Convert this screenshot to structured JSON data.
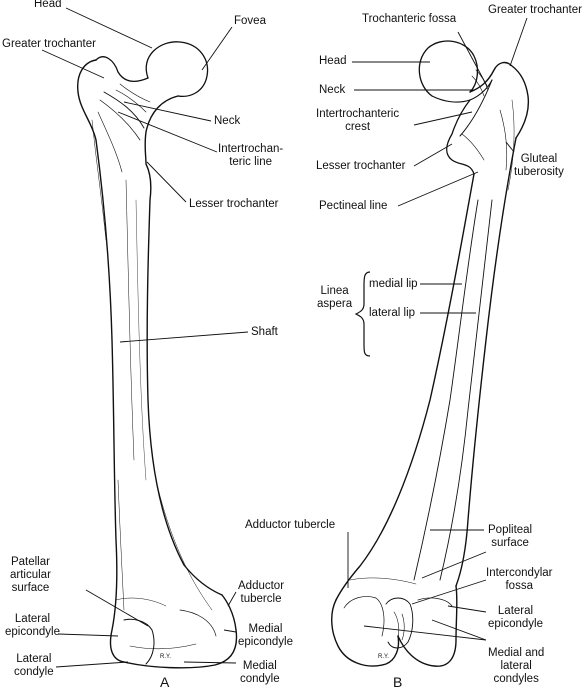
{
  "figure": {
    "panels": [
      {
        "id": "A",
        "label": "A"
      },
      {
        "id": "B",
        "label": "B"
      }
    ],
    "artist_initials": "R.Y.",
    "colors": {
      "ink": "#111111",
      "background": "#ffffff"
    }
  },
  "labels_a": {
    "head": "Head",
    "fovea": "Fovea",
    "greater_trochanter": "Greater trochanter",
    "neck": "Neck",
    "intertrochanteric_line": [
      "Intertrochan-",
      "teric line"
    ],
    "lesser_trochanter": "Lesser trochanter",
    "shaft": "Shaft",
    "patellar_articular_surface": [
      "Patellar",
      "articular",
      "surface"
    ],
    "lateral_epicondyle": [
      "Lateral",
      "epicondyle"
    ],
    "lateral_condyle": [
      "Lateral",
      "condyle"
    ],
    "adductor_tubercle": [
      "Adductor",
      "tubercle"
    ],
    "medial_epicondyle": [
      "Medial",
      "epicondyle"
    ],
    "medial_condyle": [
      "Medial",
      "condyle"
    ]
  },
  "labels_b": {
    "trochanteric_fossa": "Trochanteric fossa",
    "greater_trochanter": "Greater trochanter",
    "head": "Head",
    "neck": "Neck",
    "intertrochanteric_crest": [
      "Intertrochanteric",
      "crest"
    ],
    "lesser_trochanter": "Lesser trochanter",
    "gluteal_tuberosity": [
      "Gluteal",
      "tuberosity"
    ],
    "pectineal_line": "Pectineal line",
    "linea_aspera": [
      "Linea",
      "aspera"
    ],
    "medial_lip": "medial lip",
    "lateral_lip": "lateral lip",
    "adductor_tubercle": "Adductor tubercle",
    "popliteal_surface": [
      "Popliteal",
      "surface"
    ],
    "intercondylar_fossa": [
      "Intercondylar",
      "fossa"
    ],
    "lateral_epicondyle": [
      "Lateral",
      "epicondyle"
    ],
    "medial_and_lateral_condyles": [
      "Medial and",
      "lateral",
      "condyles"
    ]
  }
}
